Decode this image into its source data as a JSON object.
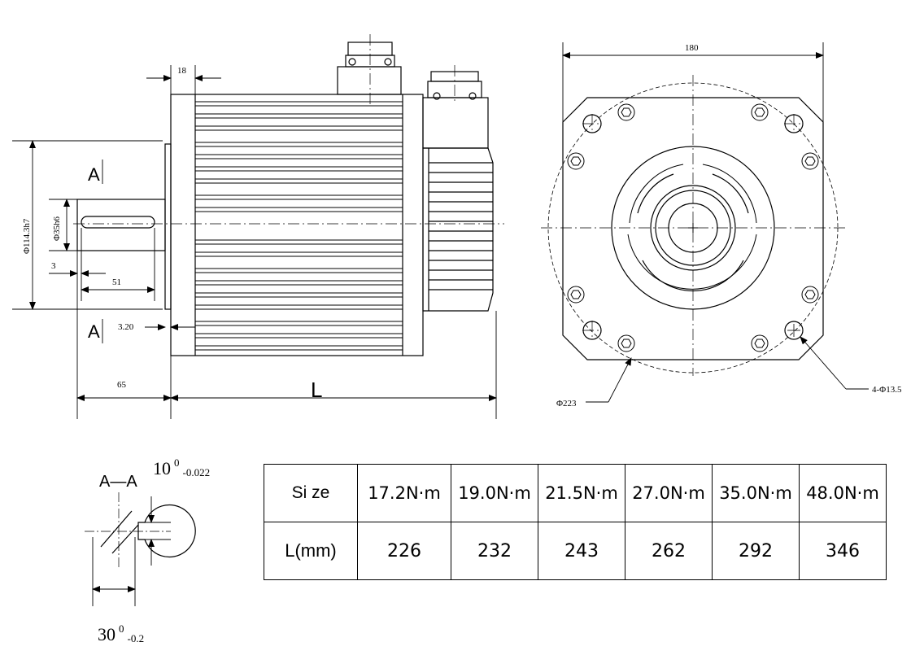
{
  "side_view": {
    "dim_flange_thickness": "18",
    "dim_shaft_diameter": "Φ35h6",
    "dim_pilot_diameter": "Φ114.3h7",
    "dim_key_offset": "3",
    "dim_key_length": "51",
    "dim_pilot_depth": "3.20",
    "dim_shaft_length": "65",
    "dim_motor_length": "L",
    "section_marker_top": "A",
    "section_marker_bottom": "A"
  },
  "front_view": {
    "dim_flange_width": "180",
    "dim_bolt_circle": "Φ223",
    "dim_mount_holes": "4-Φ13.5"
  },
  "section_view": {
    "title": "A—A",
    "key_width": {
      "nominal": "10",
      "upper": "0",
      "lower": "-0.022"
    },
    "key_depth": {
      "nominal": "30",
      "upper": "0",
      "lower": "-0.2"
    }
  },
  "spec_table": {
    "row1_header": "Si ze",
    "row2_header": "L(mm)",
    "torques": [
      "17.2N·m",
      "19.0N·m",
      "21.5N·m",
      "27.0N·m",
      "35.0N·m",
      "48.0N·m"
    ],
    "lengths": [
      "226",
      "232",
      "243",
      "262",
      "292",
      "346"
    ]
  }
}
